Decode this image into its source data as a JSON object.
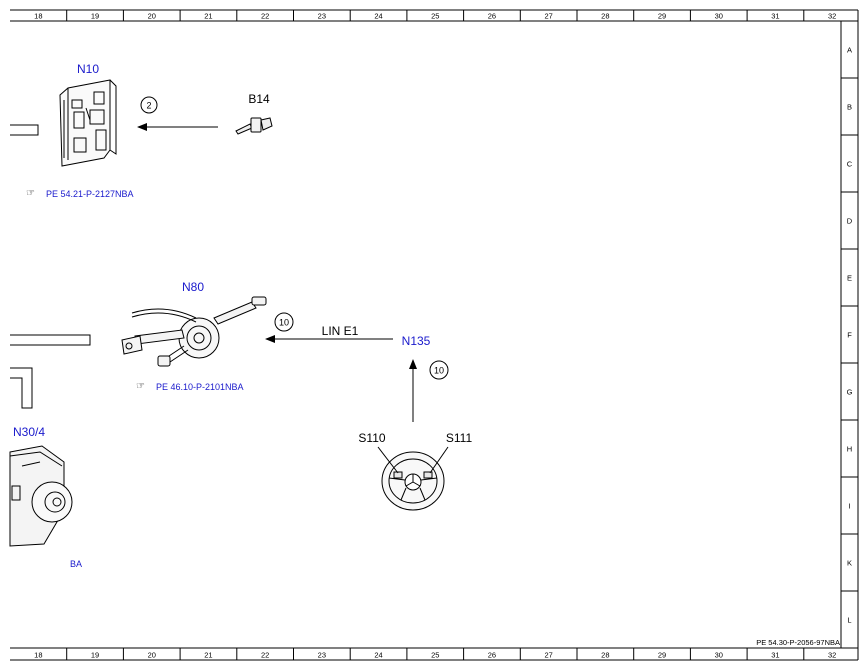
{
  "columns": [
    "18",
    "19",
    "20",
    "21",
    "22",
    "23",
    "24",
    "25",
    "26",
    "27",
    "28",
    "29",
    "30",
    "31",
    "32"
  ],
  "rows": [
    "A",
    "B",
    "C",
    "D",
    "E",
    "F",
    "G",
    "H",
    "I",
    "K",
    "L"
  ],
  "components": {
    "n10": {
      "label": "N10",
      "ref": "PE 54.21-P-2127NBA"
    },
    "b14": {
      "label": "B14"
    },
    "n80": {
      "label": "N80",
      "ref": "PE 46.10-P-2101NBA"
    },
    "n135": {
      "label": "N135"
    },
    "n30_4": {
      "label": "N30/4",
      "ref": "BA"
    },
    "s110": {
      "label": "S110"
    },
    "s111": {
      "label": "S111"
    }
  },
  "connections": {
    "b14_to_n10": {
      "number": "2"
    },
    "n135_to_n80": {
      "number": "10",
      "bus": "LIN E1"
    },
    "steering_to_n135": {
      "number": "10"
    }
  },
  "document_id": "PE 54.30-P-2056-97NBA"
}
